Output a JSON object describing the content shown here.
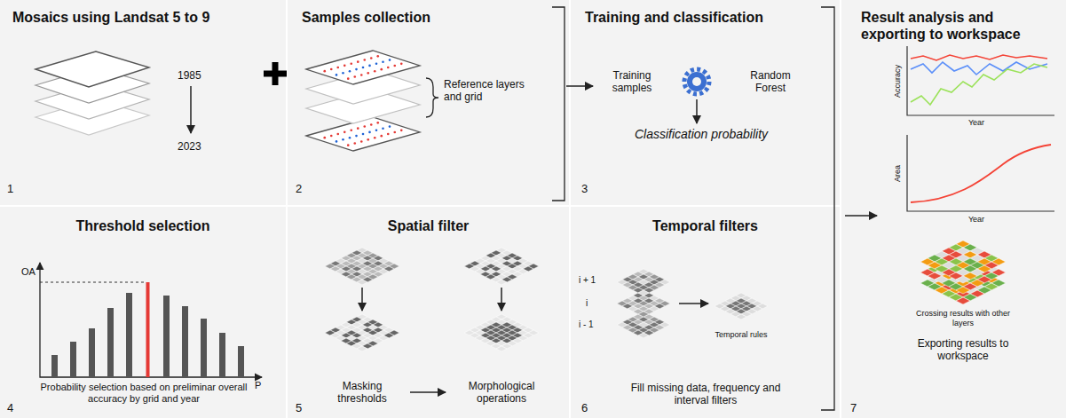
{
  "diagram": {
    "nodes": [
      {
        "text": [
          "Mosaics using Landsat 5 to 9"
        ]
      },
      {
        "text": [
          "Samples collection"
        ]
      },
      {
        "text": [
          "Training and classification"
        ]
      },
      {
        "text": [
          "Threshold selection"
        ]
      },
      {
        "text": [
          "Spatial filter"
        ]
      },
      {
        "text": [
          "Temporal filters"
        ]
      },
      {
        "text": [
          "Result analysis and exporting to workspace"
        ]
      }
    ],
    "labels": [
      "1985",
      "2023",
      "1",
      "Reference layers and grid",
      "2",
      "Training samples",
      "Random Forest",
      "Classification probability",
      "3",
      "OA",
      "P",
      "Probability selection based on preliminar overall accuracy by grid and year",
      "4",
      "Masking thresholds",
      "Morphological operations",
      "5",
      "i + 1",
      "i",
      "i - 1",
      "Temporal rules",
      "Fill missing data, frequency and interval filters",
      "6",
      "Accuracy",
      "Year",
      "Area",
      "Year",
      "Crossing results with other layers",
      "Exporting results to workspace",
      "7"
    ]
  }
}
